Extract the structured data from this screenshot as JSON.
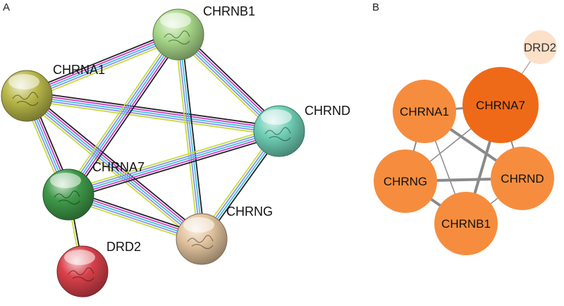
{
  "panels": {
    "a": {
      "letter": "A"
    },
    "b": {
      "letter": "B"
    }
  },
  "panel_a": {
    "nodes": [
      {
        "id": "CHRNB1",
        "label": "CHRNB1",
        "color": "#a9d98a"
      },
      {
        "id": "CHRNA1",
        "label": "CHRNA1",
        "color": "#b9b84a"
      },
      {
        "id": "CHRND",
        "label": "CHRND",
        "color": "#6fcfb6"
      },
      {
        "id": "CHRNA7",
        "label": "CHRNA7",
        "color": "#3f9a4a"
      },
      {
        "id": "CHRNG",
        "label": "CHRNG",
        "color": "#e2c39d"
      },
      {
        "id": "DRD2",
        "label": "DRD2",
        "color": "#d9414a"
      }
    ],
    "edges": [
      {
        "source": "CHRNA1",
        "target": "CHRNB1",
        "evidence": [
          "black",
          "magenta",
          "cyan",
          "purple",
          "yellow"
        ]
      },
      {
        "source": "CHRNA1",
        "target": "CHRND",
        "evidence": [
          "black",
          "magenta",
          "cyan",
          "purple",
          "yellow"
        ]
      },
      {
        "source": "CHRNA1",
        "target": "CHRNA7",
        "evidence": [
          "black",
          "magenta",
          "cyan",
          "purple",
          "yellow"
        ]
      },
      {
        "source": "CHRNA1",
        "target": "CHRNG",
        "evidence": [
          "black",
          "magenta",
          "cyan",
          "purple",
          "yellow"
        ]
      },
      {
        "source": "CHRNB1",
        "target": "CHRND",
        "evidence": [
          "black",
          "magenta",
          "cyan",
          "purple",
          "yellow"
        ]
      },
      {
        "source": "CHRNB1",
        "target": "CHRNA7",
        "evidence": [
          "black",
          "magenta",
          "cyan",
          "purple",
          "yellow"
        ]
      },
      {
        "source": "CHRNB1",
        "target": "CHRNG",
        "evidence": [
          "black",
          "cyan",
          "purple",
          "yellow"
        ]
      },
      {
        "source": "CHRND",
        "target": "CHRNA7",
        "evidence": [
          "black",
          "magenta",
          "cyan",
          "purple",
          "yellow"
        ]
      },
      {
        "source": "CHRND",
        "target": "CHRNG",
        "evidence": [
          "black",
          "cyan",
          "purple",
          "yellow"
        ]
      },
      {
        "source": "CHRNA7",
        "target": "CHRNG",
        "evidence": [
          "black",
          "magenta",
          "cyan",
          "purple",
          "yellow"
        ]
      },
      {
        "source": "CHRNA7",
        "target": "DRD2",
        "evidence": [
          "black",
          "yellow"
        ]
      }
    ],
    "evidence_colors": {
      "black": "#222222",
      "magenta": "#d23ccf",
      "cyan": "#3cc4e0",
      "purple": "#8f8ff0",
      "yellow": "#c4dd3a"
    }
  },
  "panel_b": {
    "nodes": [
      {
        "id": "CHRNA7",
        "label": "CHRNA7",
        "color": "#ee6a18"
      },
      {
        "id": "CHRNA1",
        "label": "CHRNA1",
        "color": "#f68d3e"
      },
      {
        "id": "CHRNG",
        "label": "CHRNG",
        "color": "#f68d3e"
      },
      {
        "id": "CHRND",
        "label": "CHRND",
        "color": "#f68d3e"
      },
      {
        "id": "CHRNB1",
        "label": "CHRNB1",
        "color": "#f68d3e"
      },
      {
        "id": "DRD2",
        "label": "DRD2",
        "color": "#fde0c8"
      }
    ],
    "edges": [
      {
        "source": "CHRNA7",
        "target": "DRD2",
        "weight": 1
      },
      {
        "source": "CHRNA1",
        "target": "CHRNA7",
        "weight": 3
      },
      {
        "source": "CHRNA1",
        "target": "CHRNG",
        "weight": 2
      },
      {
        "source": "CHRNA1",
        "target": "CHRND",
        "weight": 4
      },
      {
        "source": "CHRNA1",
        "target": "CHRNB1",
        "weight": 1.5
      },
      {
        "source": "CHRNA7",
        "target": "CHRNG",
        "weight": 1.5
      },
      {
        "source": "CHRNA7",
        "target": "CHRND",
        "weight": 2
      },
      {
        "source": "CHRNA7",
        "target": "CHRNB1",
        "weight": 4
      },
      {
        "source": "CHRNG",
        "target": "CHRND",
        "weight": 4
      },
      {
        "source": "CHRNG",
        "target": "CHRNB1",
        "weight": 4
      },
      {
        "source": "CHRND",
        "target": "CHRNB1",
        "weight": 1.5
      }
    ],
    "edge_color": "#8a8a8a"
  }
}
